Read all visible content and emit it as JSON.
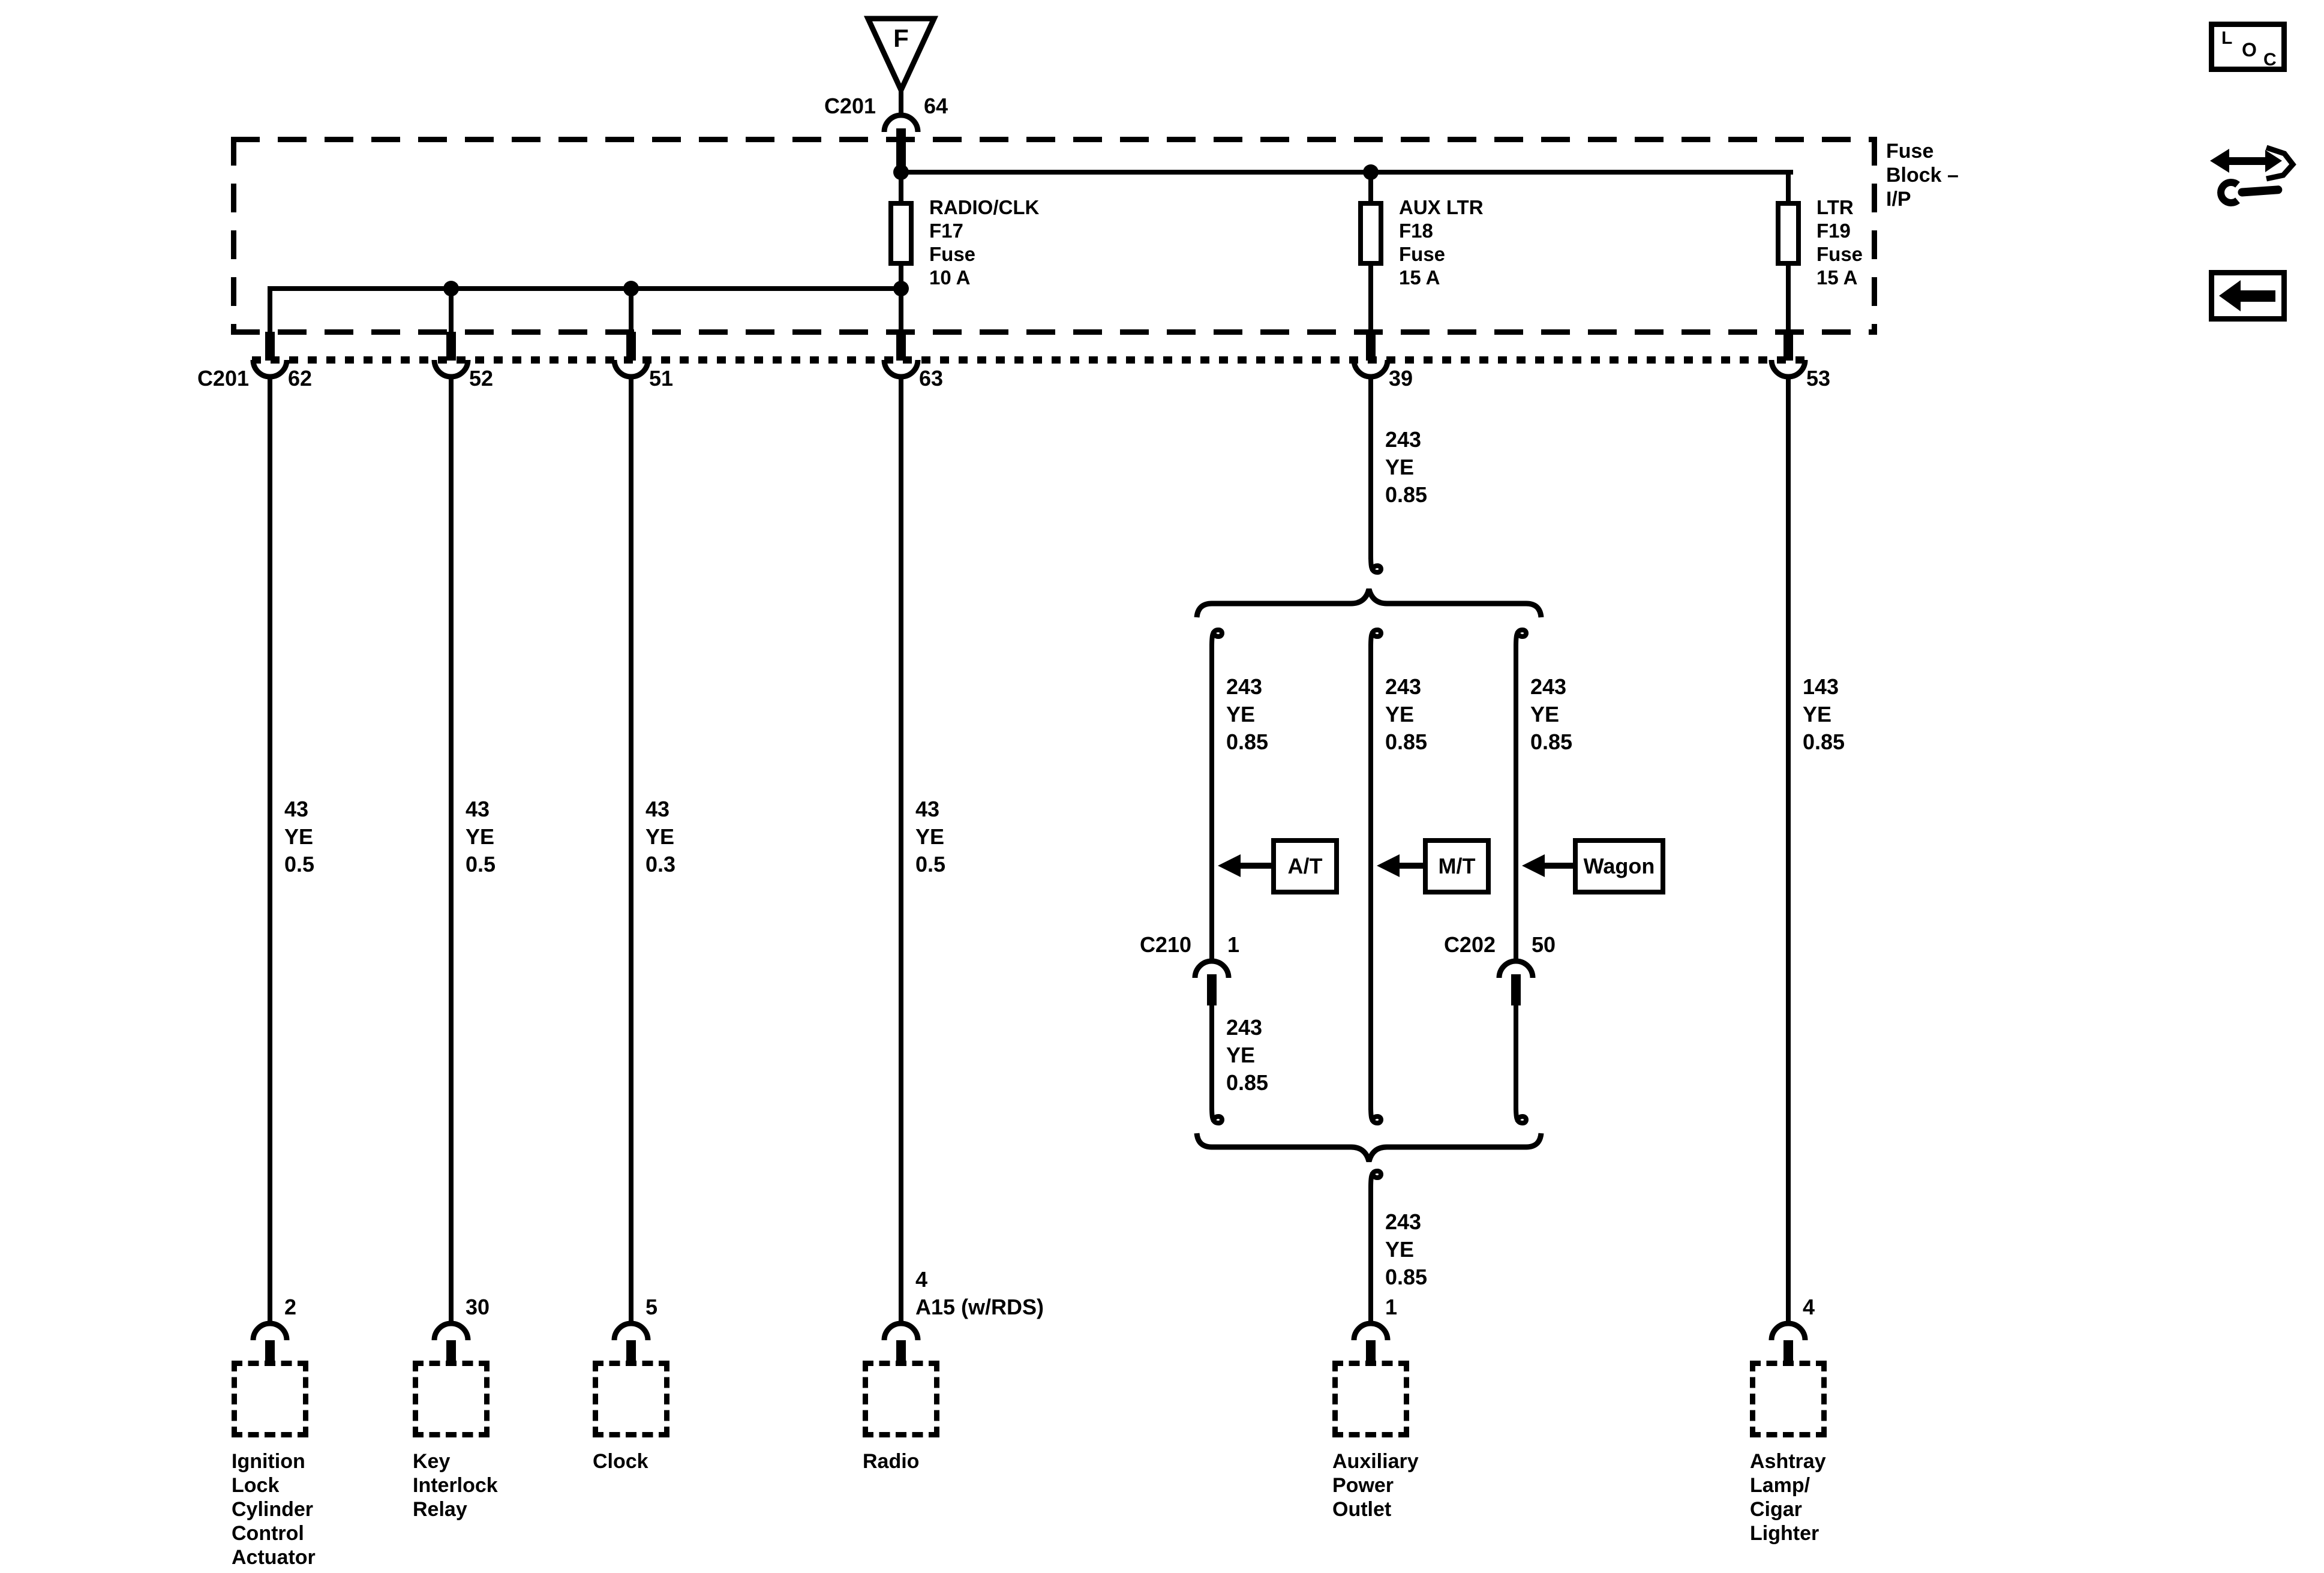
{
  "power": {
    "symbol": "F",
    "connector": "C201",
    "pin": "64"
  },
  "fuse_block": {
    "label": "Fuse\nBlock –\nI/P",
    "fuses": [
      {
        "lines": "RADIO/CLK\nF17\nFuse\n10 A"
      },
      {
        "lines": "AUX LTR\nF18\nFuse\n15 A"
      },
      {
        "lines": "LTR\nF19\nFuse\n15 A"
      }
    ]
  },
  "c201_row": {
    "connector": "C201",
    "pins": [
      "62",
      "52",
      "51",
      "63",
      "39",
      "53"
    ]
  },
  "wire_labels": {
    "w62": "43\nYE\n0.5",
    "w52": "43\nYE\n0.5",
    "w51": "43\nYE\n0.3",
    "w63": "43\nYE\n0.5",
    "w39": "243\nYE\n0.85",
    "w53": "143\nYE\n0.85",
    "branch_left": "243\nYE\n0.85",
    "branch_middle": "243\nYE\n0.85",
    "branch_right": "243\nYE\n0.85",
    "below_c210": "243\nYE\n0.85",
    "to_outlet": "243\nYE\n0.85"
  },
  "options": {
    "at": "A/T",
    "mt": "M/T",
    "wagon": "Wagon"
  },
  "inline_connectors": {
    "c210": {
      "name": "C210",
      "pin": "1"
    },
    "c202": {
      "name": "C202",
      "pin": "50"
    }
  },
  "components": [
    {
      "pin": "2",
      "name": "Ignition\nLock\nCylinder\nControl\nActuator"
    },
    {
      "pin": "30",
      "name": "Key\nInterlock\nRelay"
    },
    {
      "pin": "5",
      "name": "Clock"
    },
    {
      "pin": "4\nA15 (w/RDS)",
      "name": "Radio"
    },
    {
      "pin": "1",
      "name": "Auxiliary\nPower\nOutlet"
    },
    {
      "pin": "4",
      "name": "Ashtray\nLamp/\nCigar\nLighter"
    }
  ],
  "side": {
    "loc": {
      "l": "L",
      "o": "O",
      "c": "C"
    }
  },
  "colors": {
    "ink": "#000000",
    "paper": "#ffffff"
  }
}
